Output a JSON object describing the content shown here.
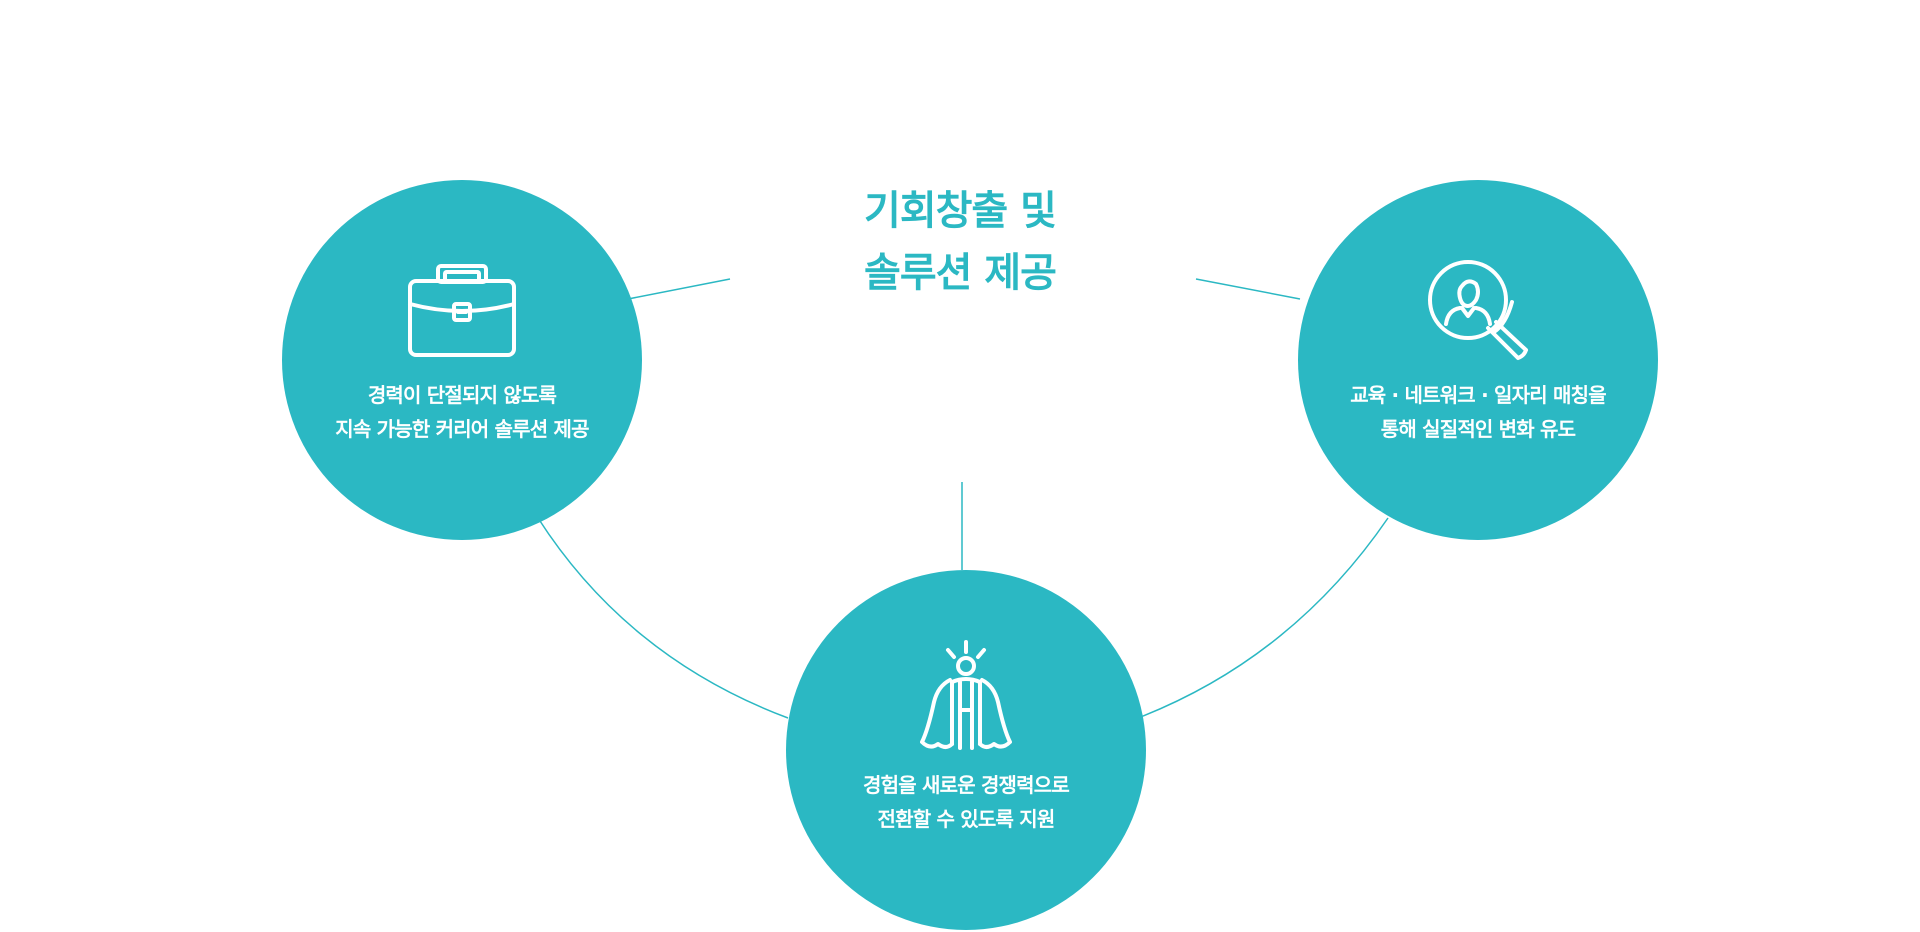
{
  "colors": {
    "accent": "#2bb8c3",
    "line": "#2bb8c3",
    "text_on_accent": "#ffffff"
  },
  "center": {
    "title_line1": "기회창출 및",
    "title_line2": "솔루션 제공"
  },
  "nodes": [
    {
      "id": "left",
      "icon": "briefcase-icon",
      "line1": "경력이 단절되지 않도록",
      "line2": "지속 가능한 커리어 솔루션 제공"
    },
    {
      "id": "right",
      "icon": "person-search-icon",
      "line1": "교육 · 네트워크 · 일자리 매칭을",
      "line2": "통해 실질적인 변화 유도"
    },
    {
      "id": "bottom",
      "icon": "caped-person-icon",
      "line1": "경험을 새로운 경쟁력으로",
      "line2": "전환할 수 있도록 지원"
    }
  ]
}
